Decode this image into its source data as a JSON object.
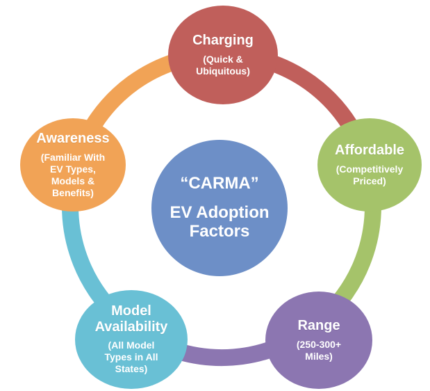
{
  "diagram": {
    "type": "cycle",
    "background_color": "#ffffff",
    "text_color": "#ffffff",
    "center": {
      "title": "“CARMA”",
      "subtitle": "EV Adoption\nFactors",
      "color": "#6D8FC7"
    },
    "nodes": {
      "charging": {
        "label": "Charging",
        "sublabel": "(Quick &\nUbiquitous)",
        "color": "#C05F5B"
      },
      "affordable": {
        "label": "Affordable",
        "sublabel": "(Competitively\nPriced)",
        "color": "#A5C36A"
      },
      "range": {
        "label": "Range",
        "sublabel": "(250-300+\nMiles)",
        "color": "#8C76B1"
      },
      "model_availability": {
        "label": "Model\nAvailability",
        "sublabel": "(All Model\nTypes in All\nStates)",
        "color": "#69C0D5"
      },
      "awareness": {
        "label": "Awareness",
        "sublabel": "(Familiar With\nEV Types,\nModels &\nBenefits)",
        "color": "#F1A356"
      }
    }
  }
}
